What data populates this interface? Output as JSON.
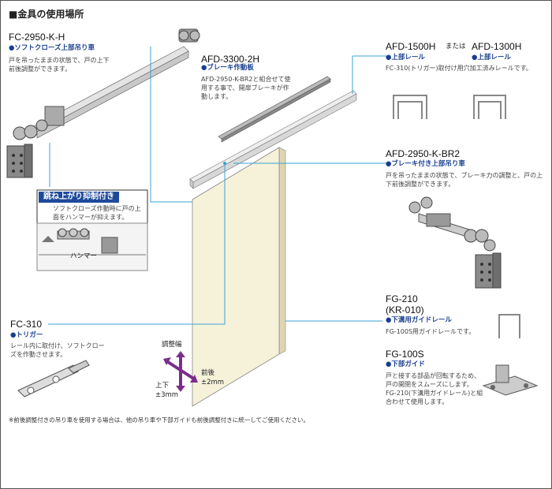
{
  "section_title": "■金具の使用場所",
  "items": {
    "fc2950": {
      "part": "FC-2950-K-H",
      "name": "●ソフトクローズ上部吊り車",
      "desc": "戸を吊ったままの状態で、戸の上下前後調整ができます。"
    },
    "afd3300": {
      "part": "AFD-3300-2H",
      "name": "●ブレーキ作動板",
      "desc": "AFD-2950-K-BR2と組合せて使用する事で、開扉ブレーキが作動します。"
    },
    "afd1500": {
      "part": "AFD-1500H",
      "or": "または",
      "part2": "AFD-1300H",
      "name": "●上部レール",
      "name2": "●上部レール",
      "desc": "FC-310(トリガー)取付け用穴加工済みレールです。"
    },
    "afd2950br2": {
      "part": "AFD-2950-K-BR2",
      "name": "●ブレーキ付き上部吊り車",
      "desc": "戸を吊ったままの状態で、ブレーキ力の調整と、戸の上下前後調整ができます。"
    },
    "fc210": {
      "part": "FG-210",
      "part_alt": "(KR-010)",
      "name": "●下溝用ガイドレール",
      "desc": "FG-100S用ガイドレールです。"
    },
    "fg100s": {
      "part": "FG-100S",
      "name": "●下部ガイド",
      "desc": "戸と接する部品が回転するため、戸の開閉をスムーズにします。FG-210(下溝用ガイドレール)と組合わせて使用します。"
    },
    "fc310": {
      "part": "FC-310",
      "name": "●トリガー",
      "desc": "レール内に取付け、ソフトクローズを作動させます。"
    }
  },
  "callout": {
    "title": "跳ね上がり抑制付き",
    "desc": "ソフトクローズ作動時に戸の上面をハンマーが抑えます。",
    "hammer_label": "ハンマー"
  },
  "adjust": {
    "label": "調整幅",
    "vertical": "上下",
    "vertical_value": "±3mm",
    "depth": "前後",
    "depth_value": "±2mm"
  },
  "footnote": "※前後調整付きの吊り車を使用する場合は、他の吊り車や下部ガイドも前後調整付きに統一してご使用ください。",
  "colors": {
    "accent": "#1a3f8f",
    "leader": "#3aa3d8",
    "door": "#f6f2da",
    "callout_blue": "#1f4a9c"
  }
}
